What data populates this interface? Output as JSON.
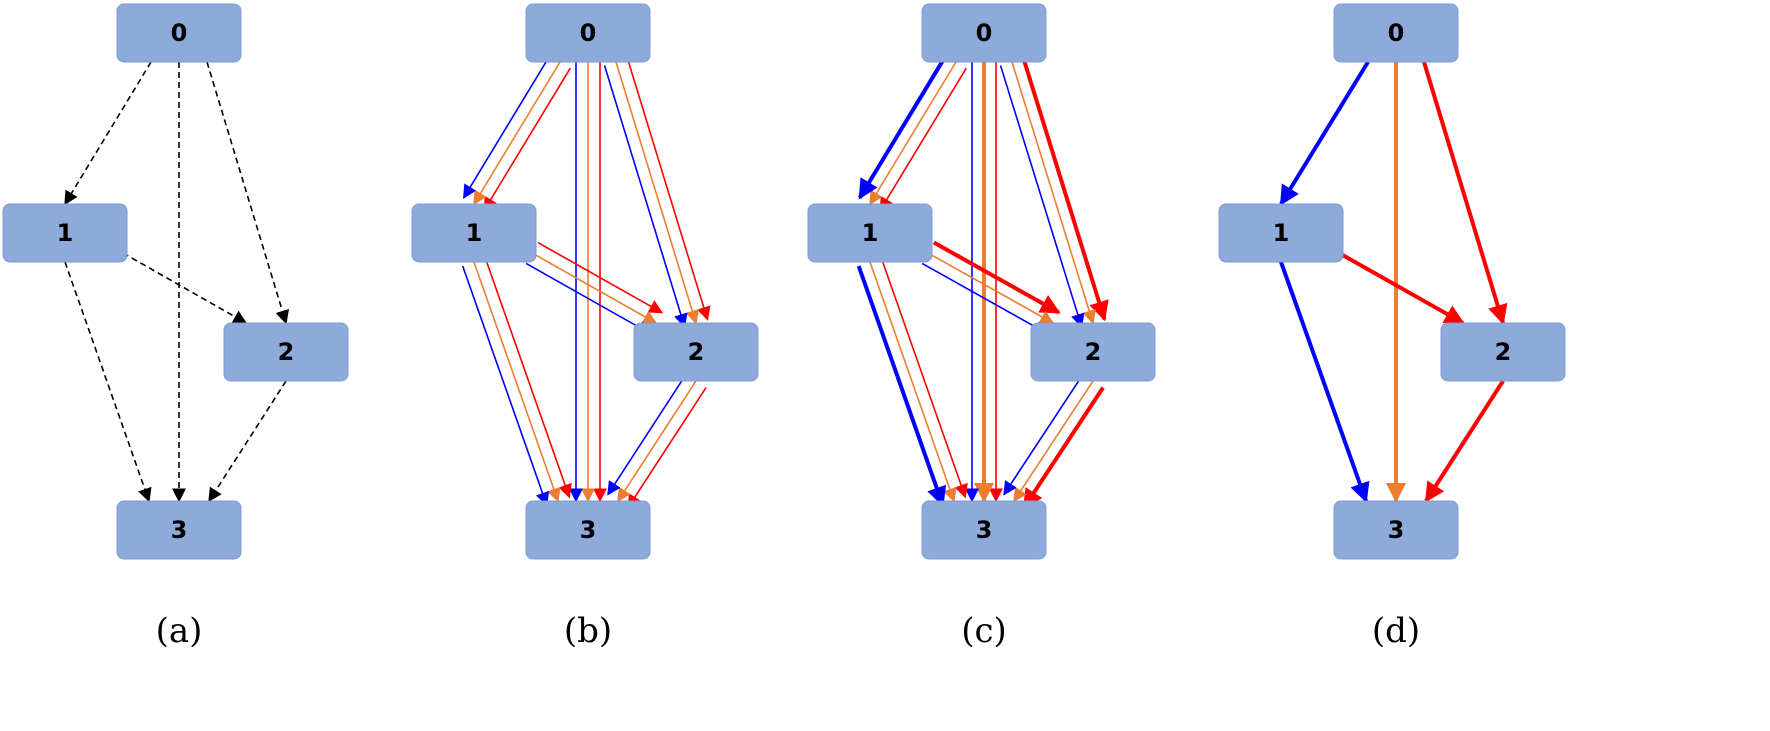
{
  "colors": {
    "node_fill": "#8eaadb",
    "black": "#000000",
    "red": "#ff0000",
    "orange": "#ed7d31",
    "blue": "#0000ff"
  },
  "panels": [
    {
      "caption": "(a)",
      "nodes": [
        "0",
        "1",
        "2",
        "3"
      ],
      "edges": [
        {
          "from": "0",
          "to": "1",
          "color": "black",
          "style": "dashed",
          "weight": "normal"
        },
        {
          "from": "0",
          "to": "3",
          "color": "black",
          "style": "dashed",
          "weight": "normal"
        },
        {
          "from": "0",
          "to": "2",
          "color": "black",
          "style": "dashed",
          "weight": "normal"
        },
        {
          "from": "1",
          "to": "2",
          "color": "black",
          "style": "dashed",
          "weight": "normal"
        },
        {
          "from": "1",
          "to": "3",
          "color": "black",
          "style": "dashed",
          "weight": "normal"
        },
        {
          "from": "2",
          "to": "3",
          "color": "black",
          "style": "dashed",
          "weight": "normal"
        }
      ]
    },
    {
      "caption": "(b)",
      "nodes": [
        "0",
        "1",
        "2",
        "3"
      ],
      "edges": [
        {
          "from": "0",
          "to": "1",
          "color": "red",
          "style": "solid",
          "weight": "normal"
        },
        {
          "from": "0",
          "to": "1",
          "color": "orange",
          "style": "solid",
          "weight": "normal"
        },
        {
          "from": "0",
          "to": "1",
          "color": "blue",
          "style": "solid",
          "weight": "normal"
        },
        {
          "from": "0",
          "to": "3",
          "color": "red",
          "style": "solid",
          "weight": "normal"
        },
        {
          "from": "0",
          "to": "3",
          "color": "orange",
          "style": "solid",
          "weight": "normal"
        },
        {
          "from": "0",
          "to": "3",
          "color": "blue",
          "style": "solid",
          "weight": "normal"
        },
        {
          "from": "0",
          "to": "2",
          "color": "red",
          "style": "solid",
          "weight": "normal"
        },
        {
          "from": "0",
          "to": "2",
          "color": "orange",
          "style": "solid",
          "weight": "normal"
        },
        {
          "from": "0",
          "to": "2",
          "color": "blue",
          "style": "solid",
          "weight": "normal"
        },
        {
          "from": "1",
          "to": "2",
          "color": "red",
          "style": "solid",
          "weight": "normal"
        },
        {
          "from": "1",
          "to": "2",
          "color": "orange",
          "style": "solid",
          "weight": "normal"
        },
        {
          "from": "1",
          "to": "2",
          "color": "blue",
          "style": "solid",
          "weight": "normal"
        },
        {
          "from": "1",
          "to": "3",
          "color": "red",
          "style": "solid",
          "weight": "normal"
        },
        {
          "from": "1",
          "to": "3",
          "color": "orange",
          "style": "solid",
          "weight": "normal"
        },
        {
          "from": "1",
          "to": "3",
          "color": "blue",
          "style": "solid",
          "weight": "normal"
        },
        {
          "from": "2",
          "to": "3",
          "color": "red",
          "style": "solid",
          "weight": "normal"
        },
        {
          "from": "2",
          "to": "3",
          "color": "orange",
          "style": "solid",
          "weight": "normal"
        },
        {
          "from": "2",
          "to": "3",
          "color": "blue",
          "style": "solid",
          "weight": "normal"
        }
      ]
    },
    {
      "caption": "(c)",
      "nodes": [
        "0",
        "1",
        "2",
        "3"
      ],
      "edges": [
        {
          "from": "0",
          "to": "1",
          "color": "red",
          "style": "solid",
          "weight": "normal"
        },
        {
          "from": "0",
          "to": "1",
          "color": "orange",
          "style": "solid",
          "weight": "normal"
        },
        {
          "from": "0",
          "to": "1",
          "color": "blue",
          "style": "solid",
          "weight": "bold"
        },
        {
          "from": "0",
          "to": "3",
          "color": "red",
          "style": "solid",
          "weight": "normal"
        },
        {
          "from": "0",
          "to": "3",
          "color": "orange",
          "style": "solid",
          "weight": "bold"
        },
        {
          "from": "0",
          "to": "3",
          "color": "blue",
          "style": "solid",
          "weight": "normal"
        },
        {
          "from": "0",
          "to": "2",
          "color": "red",
          "style": "solid",
          "weight": "bold"
        },
        {
          "from": "0",
          "to": "2",
          "color": "orange",
          "style": "solid",
          "weight": "normal"
        },
        {
          "from": "0",
          "to": "2",
          "color": "blue",
          "style": "solid",
          "weight": "normal"
        },
        {
          "from": "1",
          "to": "2",
          "color": "red",
          "style": "solid",
          "weight": "bold"
        },
        {
          "from": "1",
          "to": "2",
          "color": "orange",
          "style": "solid",
          "weight": "normal"
        },
        {
          "from": "1",
          "to": "2",
          "color": "blue",
          "style": "solid",
          "weight": "normal"
        },
        {
          "from": "1",
          "to": "3",
          "color": "red",
          "style": "solid",
          "weight": "normal"
        },
        {
          "from": "1",
          "to": "3",
          "color": "orange",
          "style": "solid",
          "weight": "normal"
        },
        {
          "from": "1",
          "to": "3",
          "color": "blue",
          "style": "solid",
          "weight": "bold"
        },
        {
          "from": "2",
          "to": "3",
          "color": "red",
          "style": "solid",
          "weight": "bold"
        },
        {
          "from": "2",
          "to": "3",
          "color": "orange",
          "style": "solid",
          "weight": "normal"
        },
        {
          "from": "2",
          "to": "3",
          "color": "blue",
          "style": "solid",
          "weight": "normal"
        }
      ]
    },
    {
      "caption": "(d)",
      "nodes": [
        "0",
        "1",
        "2",
        "3"
      ],
      "edges": [
        {
          "from": "0",
          "to": "1",
          "color": "blue",
          "style": "solid",
          "weight": "bold"
        },
        {
          "from": "0",
          "to": "3",
          "color": "orange",
          "style": "solid",
          "weight": "bold"
        },
        {
          "from": "0",
          "to": "2",
          "color": "red",
          "style": "solid",
          "weight": "bold"
        },
        {
          "from": "1",
          "to": "2",
          "color": "red",
          "style": "solid",
          "weight": "bold"
        },
        {
          "from": "1",
          "to": "3",
          "color": "blue",
          "style": "solid",
          "weight": "bold"
        },
        {
          "from": "2",
          "to": "3",
          "color": "red",
          "style": "solid",
          "weight": "bold"
        }
      ]
    }
  ]
}
